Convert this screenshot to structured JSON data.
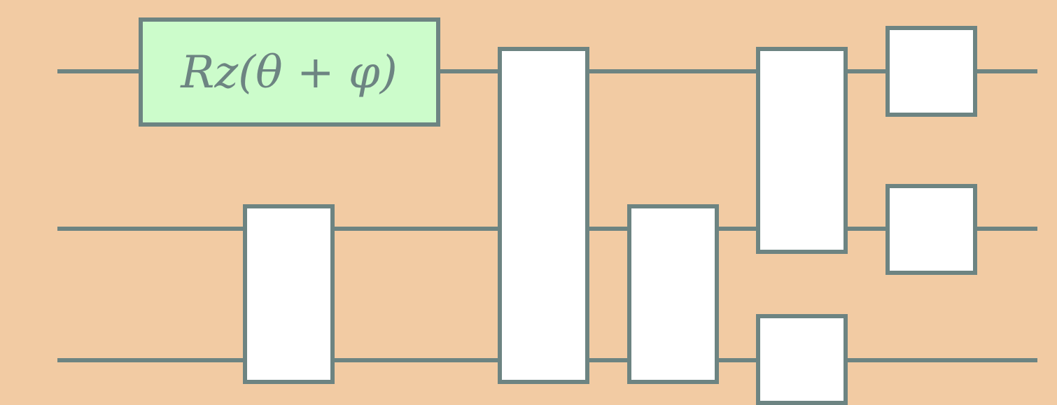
{
  "diagram": {
    "background_color": "#f2cba3",
    "wire_color": "#6d8482",
    "wires": [
      {
        "id": "qubit-0"
      },
      {
        "id": "qubit-1"
      },
      {
        "id": "qubit-2"
      }
    ],
    "gates": [
      {
        "id": "rz-gate",
        "label": "Rz(θ + φ)",
        "fill": "#ccfccb",
        "qubits": [
          0
        ]
      },
      {
        "id": "gate-b",
        "label": "",
        "fill": "#ffffff",
        "qubits": [
          1,
          2
        ]
      },
      {
        "id": "gate-c",
        "label": "",
        "fill": "#ffffff",
        "qubits": [
          0,
          1,
          2
        ]
      },
      {
        "id": "gate-d",
        "label": "",
        "fill": "#ffffff",
        "qubits": [
          1,
          2
        ]
      },
      {
        "id": "gate-e",
        "label": "",
        "fill": "#ffffff",
        "qubits": [
          0,
          1
        ]
      },
      {
        "id": "gate-f",
        "label": "",
        "fill": "#ffffff",
        "qubits": [
          2
        ]
      },
      {
        "id": "gate-g",
        "label": "",
        "fill": "#ffffff",
        "qubits": [
          0
        ]
      },
      {
        "id": "gate-h",
        "label": "",
        "fill": "#ffffff",
        "qubits": [
          1
        ]
      }
    ]
  }
}
